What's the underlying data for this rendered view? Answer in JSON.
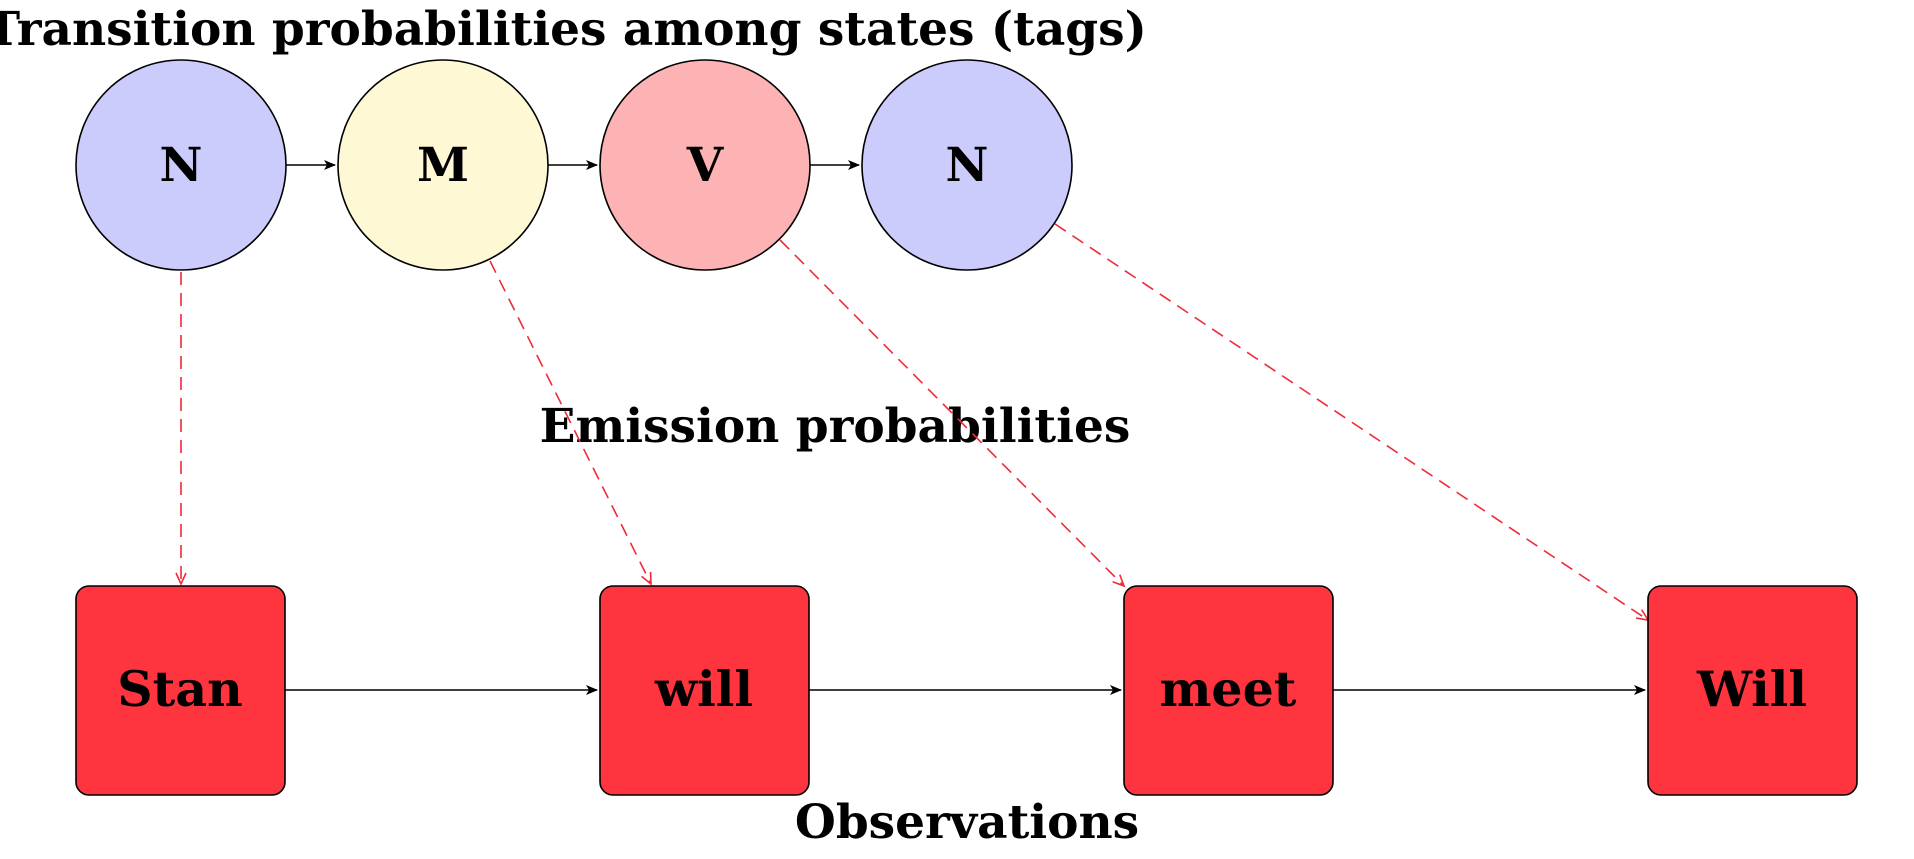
{
  "titles": {
    "transition": "Transition probabilities among states (tags)",
    "emission": "Emission probabilities",
    "observations": "Observations"
  },
  "states": [
    {
      "label": "N",
      "fill": "#ccccfc"
    },
    {
      "label": "M",
      "fill": "#fef9d4"
    },
    {
      "label": "V",
      "fill": "#fdb3b4"
    },
    {
      "label": "N",
      "fill": "#ccccfc"
    }
  ],
  "observations": [
    {
      "label": "Stan"
    },
    {
      "label": "will"
    },
    {
      "label": "meet"
    },
    {
      "label": "Will"
    }
  ],
  "colors": {
    "observation_fill": "#fe353e",
    "emission_arrow": "#ef2b3a",
    "stroke": "#000000"
  }
}
